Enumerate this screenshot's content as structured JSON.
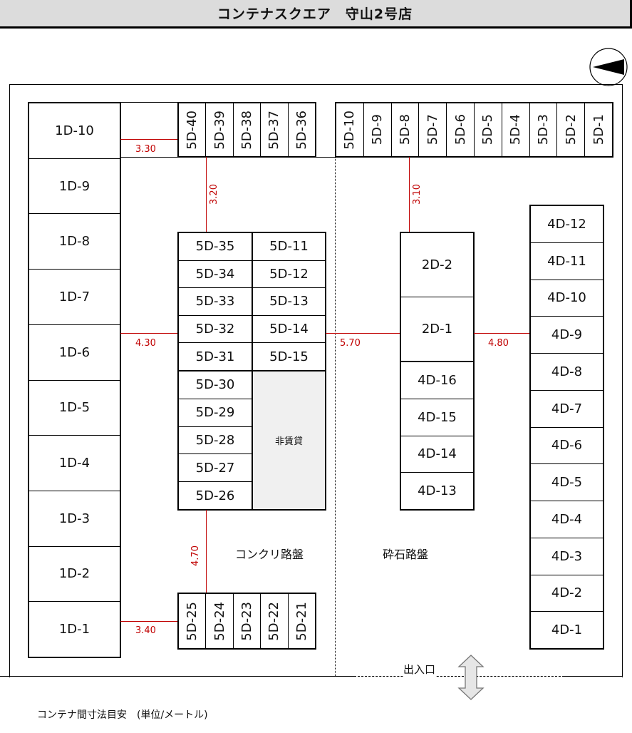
{
  "title": "コンテナスクエア　守山2号店",
  "north_icon": "north-arrow-icon",
  "units": {
    "col_1d": [
      "1D-10",
      "1D-9",
      "1D-8",
      "1D-7",
      "1D-6",
      "1D-5",
      "1D-4",
      "1D-3",
      "1D-2",
      "1D-1"
    ],
    "top_left_5d": [
      "5D-40",
      "5D-39",
      "5D-38",
      "5D-37",
      "5D-36"
    ],
    "top_right_5d": [
      "5D-10",
      "5D-9",
      "5D-8",
      "5D-7",
      "5D-6",
      "5D-5",
      "5D-4",
      "5D-3",
      "5D-2",
      "5D-1"
    ],
    "mid_left_a": [
      "5D-35",
      "5D-34",
      "5D-33",
      "5D-32",
      "5D-31"
    ],
    "mid_left_b": [
      "5D-11",
      "5D-12",
      "5D-13",
      "5D-14",
      "5D-15"
    ],
    "mid_left_c": [
      "5D-30",
      "5D-29",
      "5D-28",
      "5D-27",
      "5D-26"
    ],
    "non_rental": "非賃貸",
    "bottom_5d": [
      "5D-25",
      "5D-24",
      "5D-23",
      "5D-22",
      "5D-21"
    ],
    "col_2d": [
      "2D-2",
      "2D-1"
    ],
    "col_4d_mid": [
      "4D-16",
      "4D-15",
      "4D-14",
      "4D-13"
    ],
    "col_4d_right": [
      "4D-12",
      "4D-11",
      "4D-10",
      "4D-9",
      "4D-8",
      "4D-7",
      "4D-6",
      "4D-5",
      "4D-4",
      "4D-3",
      "4D-2",
      "4D-1"
    ]
  },
  "dimensions": {
    "d330": "3.30",
    "d320": "3.20",
    "d310": "3.10",
    "d430": "4.30",
    "d570": "5.70",
    "d480": "4.80",
    "d470": "4.70",
    "d340": "3.40"
  },
  "surfaces": {
    "concrete": "コンクリ路盤",
    "gravel": "砕石路盤"
  },
  "entrance": "出入口",
  "footer": "コンテナ間寸法目安　(単位/メートル)",
  "colors": {
    "dimension": "#c00000",
    "non_rental_fill": "#f0f0f0",
    "header_fill": "#dcdcdc"
  }
}
